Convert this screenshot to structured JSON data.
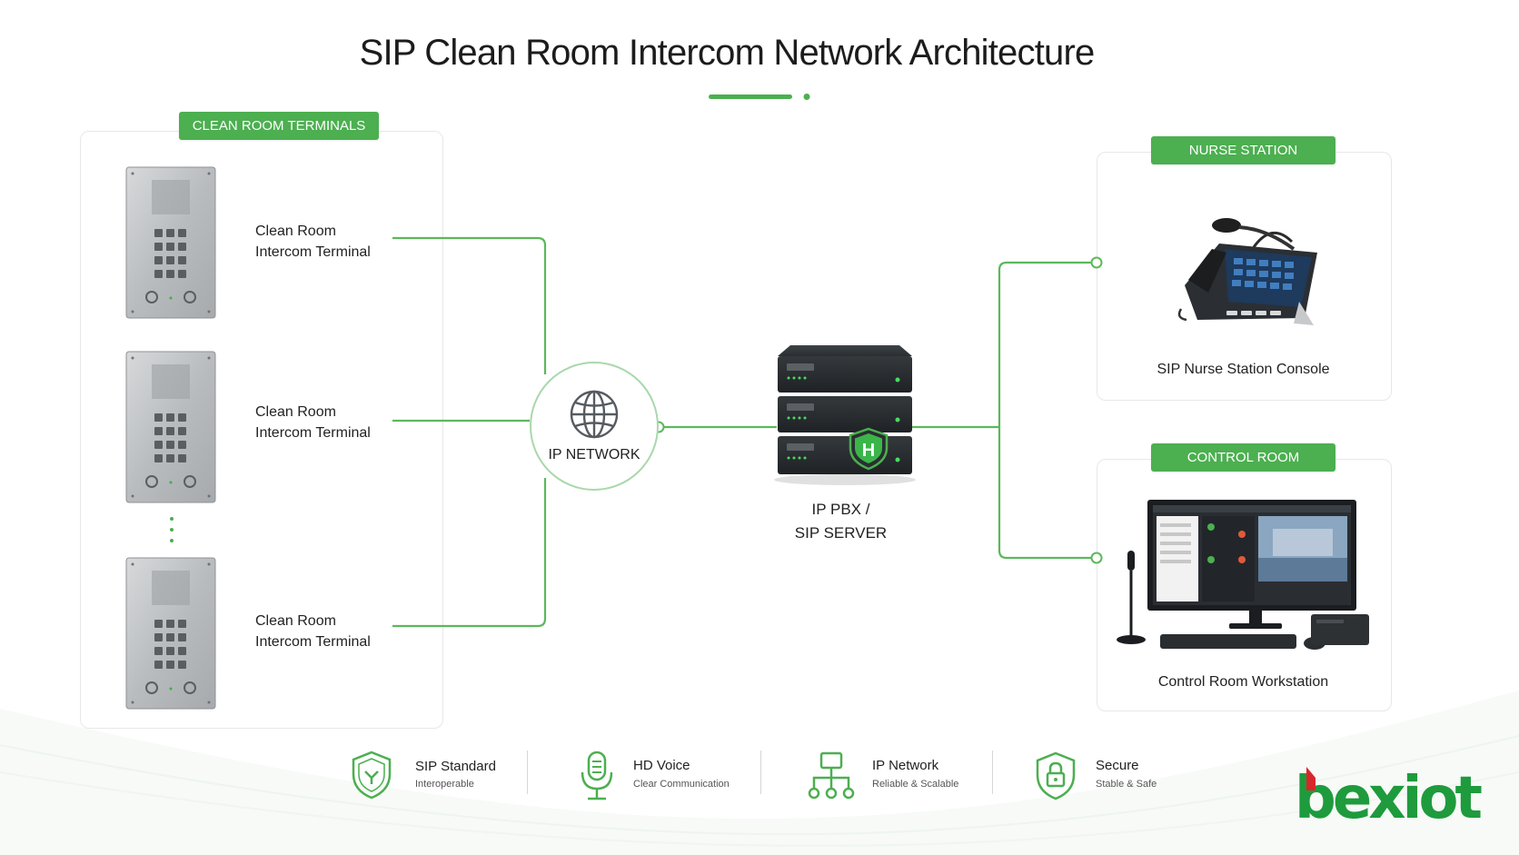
{
  "title": "SIP Clean Room Intercom Network Architecture",
  "terminals": {
    "badge": "CLEAN ROOM TERMINALS",
    "items": [
      {
        "line1": "Clean Room",
        "line2": "Intercom Terminal"
      },
      {
        "line1": "Clean Room",
        "line2": "Intercom Terminal"
      },
      {
        "line1": "Clean Room",
        "line2": "Intercom Terminal"
      }
    ]
  },
  "network": {
    "label": "IP NETWORK"
  },
  "server": {
    "line1": "IP PBX /",
    "line2": "SIP SERVER",
    "shield_letter": "H"
  },
  "nurse": {
    "badge": "NURSE STATION",
    "caption": "SIP Nurse Station Console"
  },
  "control": {
    "badge": "CONTROL ROOM",
    "caption": "Control Room Workstation"
  },
  "features": [
    {
      "title": "SIP Standard",
      "subtitle": "Interoperable",
      "icon": "shield-icon"
    },
    {
      "title": "HD Voice",
      "subtitle": "Clear Communication",
      "icon": "microphone-icon"
    },
    {
      "title": "IP Network",
      "subtitle": "Reliable & Scalable",
      "icon": "network-icon"
    },
    {
      "title": "Secure",
      "subtitle": "Stable & Safe",
      "icon": "lock-shield-icon"
    }
  ],
  "logo": {
    "text": "bexiot"
  },
  "colors": {
    "accent": "#4caf50",
    "line": "#5cb85c",
    "logo_green": "#1e9b3c",
    "logo_red": "#d9262c"
  }
}
